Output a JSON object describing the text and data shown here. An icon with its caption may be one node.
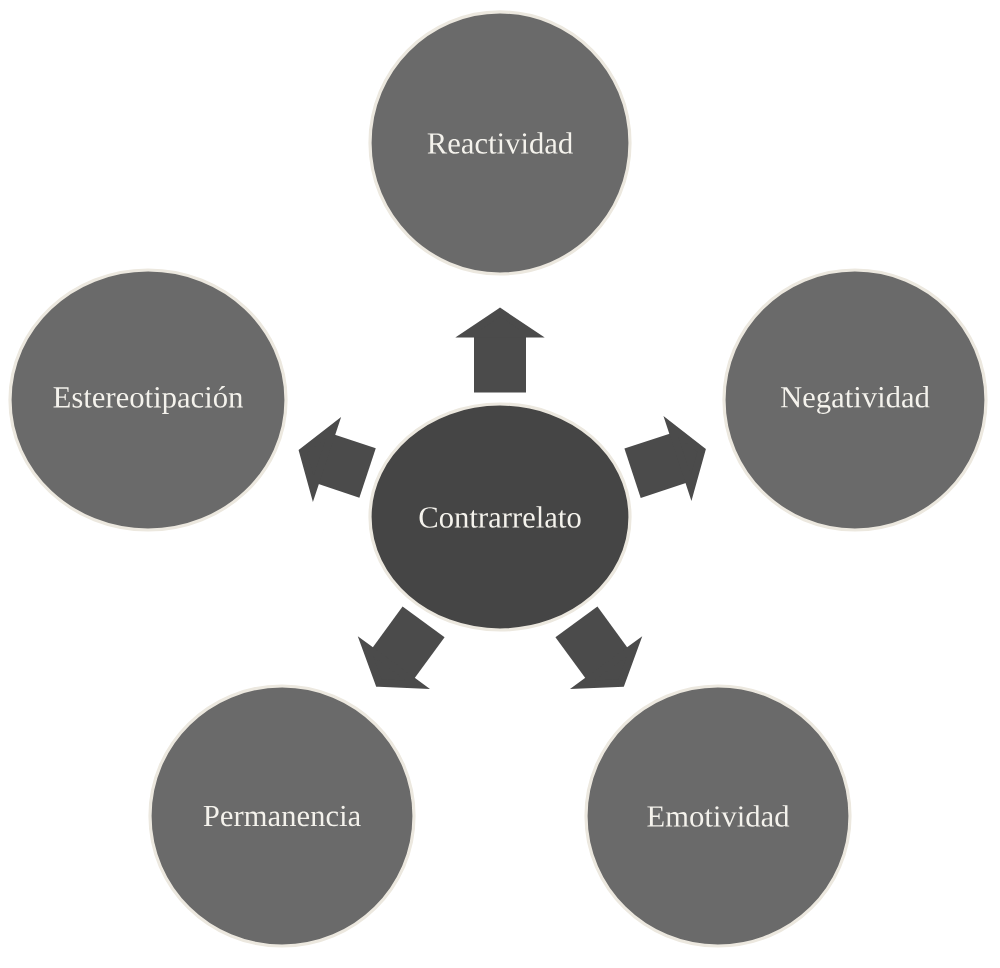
{
  "diagram": {
    "nodes": [
      {
        "text": [
          "Reactividad"
        ]
      },
      {
        "text": [
          "Estereotipación"
        ]
      },
      {
        "text": [
          "Negatividad"
        ]
      },
      {
        "text": [
          "Contrarrelato"
        ]
      },
      {
        "text": [
          "Permanencia"
        ]
      },
      {
        "text": [
          "Emotividad"
        ]
      }
    ],
    "edges": [
      {
        "from": 3,
        "to": 0,
        "arrow": "to"
      },
      {
        "from": 3,
        "to": 1,
        "arrow": "to"
      },
      {
        "from": 3,
        "to": 2,
        "arrow": "to"
      },
      {
        "from": 3,
        "to": 4,
        "arrow": "to"
      },
      {
        "from": 3,
        "to": 5,
        "arrow": "to"
      }
    ]
  }
}
